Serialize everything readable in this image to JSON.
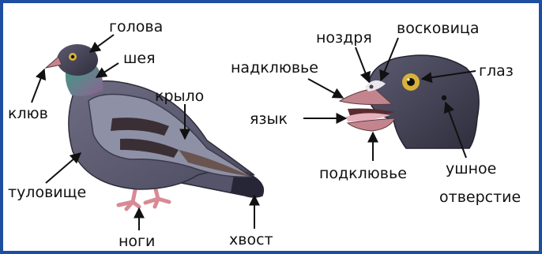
{
  "labels": {
    "head": "голова",
    "neck": "шея",
    "beak": "клюв",
    "wing": "крыло",
    "body": "туловище",
    "legs": "ноги",
    "tail": "хвост",
    "nostril": "ноздря",
    "cere": "восковица",
    "upper_beak": "надклювье",
    "eye": "глаз",
    "tongue": "язык",
    "lower_beak": "подклювье",
    "ear_line1": "ушное",
    "ear_line2": "отверстие"
  },
  "colors": {
    "frame": "#1d4ea0",
    "plumage": "#5f5d73",
    "plumage_dark": "#3b3a4c",
    "neck_green": "#3d9a82",
    "neck_purple": "#8d5f8e",
    "wing_light": "#8e90a6",
    "wing_bar": "#3a2f34",
    "tail_tip": "#272636",
    "beak": "#c3848d",
    "legs": "#d88a94",
    "eye_ring": "#d8b238",
    "tongue": "#e7b0bd",
    "label_text": "#111111"
  },
  "icons": [
    "whole-pigeon-illustration",
    "pigeon-head-closeup-illustration",
    "leader-arrow"
  ]
}
